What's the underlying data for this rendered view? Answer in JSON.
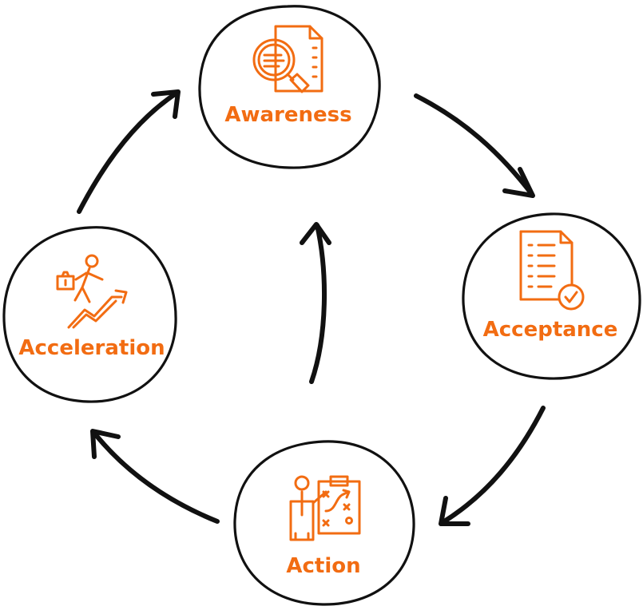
{
  "colors": {
    "accent": "#f26c12",
    "outline": "#111111",
    "background": "#ffffff"
  },
  "nodes": {
    "awareness": {
      "label": "Awareness",
      "icon": "document-magnifier-icon"
    },
    "acceptance": {
      "label": "Acceptance",
      "icon": "checklist-document-icon"
    },
    "action": {
      "label": "Action",
      "icon": "strategy-board-presenter-icon"
    },
    "acceleration": {
      "label": "Acceleration",
      "icon": "climbing-growth-arrow-icon"
    }
  },
  "flow": [
    {
      "from": "awareness",
      "to": "acceptance"
    },
    {
      "from": "acceptance",
      "to": "action"
    },
    {
      "from": "action",
      "to": "acceleration"
    },
    {
      "from": "acceleration",
      "to": "awareness"
    },
    {
      "from": "action",
      "to": "awareness"
    }
  ]
}
